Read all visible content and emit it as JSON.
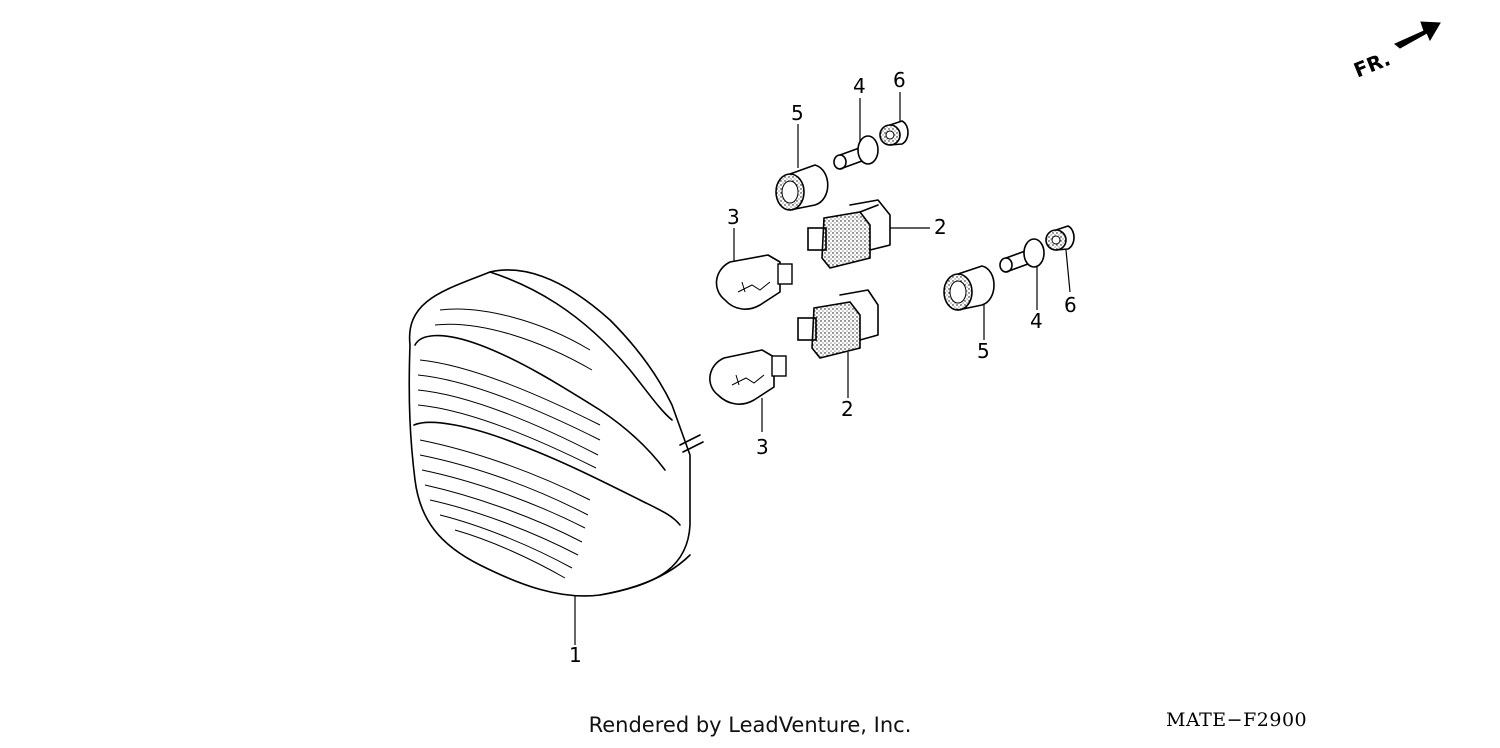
{
  "callouts": {
    "lens": "1",
    "socket_upper": "2",
    "socket_lower": "2",
    "bulb_upper": "3",
    "bulb_lower": "3",
    "bolt_upper": "4",
    "bolt_lower": "4",
    "grommet_upper": "5",
    "grommet_lower": "5",
    "nut_upper": "6",
    "nut_lower": "6"
  },
  "direction_marker": "FR.",
  "footer": {
    "credit": "Rendered by LeadVenture, Inc.",
    "diagram_code": "MATE−F2900"
  }
}
